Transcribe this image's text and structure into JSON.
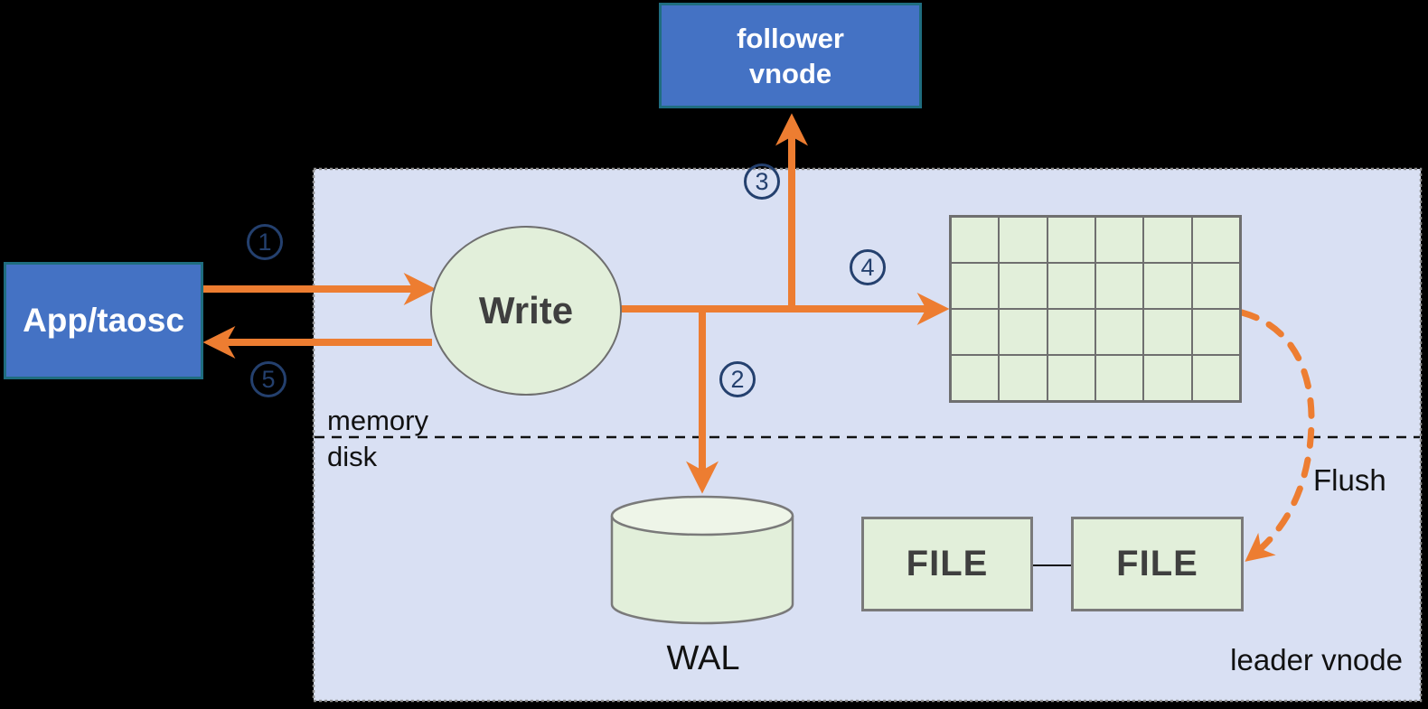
{
  "colors": {
    "bg": "#000000",
    "panel": "#d9e0f3",
    "panel-border": "#8f8f8f",
    "blue": "#4472c4",
    "blue-border": "#1f6d80",
    "green": "#e2efda",
    "green-light": "#eef5e8",
    "grid-border": "#6f6f6f",
    "orange": "#ed7d31",
    "navy": "#24406e",
    "ink": "#111111",
    "dark-text": "#3f3f3f",
    "white-text": "#ffffff"
  },
  "nodes": {
    "app": {
      "label": "App/taosc"
    },
    "follower": {
      "line1": "follower",
      "line2": "vnode"
    },
    "write": {
      "label": "Write"
    },
    "wal": {
      "label": "WAL"
    },
    "file_left": {
      "label": "FILE"
    },
    "file_right": {
      "label": "FILE"
    }
  },
  "labels": {
    "memory": "memory",
    "disk": "disk",
    "flush": "Flush",
    "leader": "leader vnode"
  },
  "steps": {
    "s1": "1",
    "s2": "2",
    "s3": "3",
    "s4": "4",
    "s5": "5"
  },
  "memtable": {
    "rows": 4,
    "cols": 6
  }
}
